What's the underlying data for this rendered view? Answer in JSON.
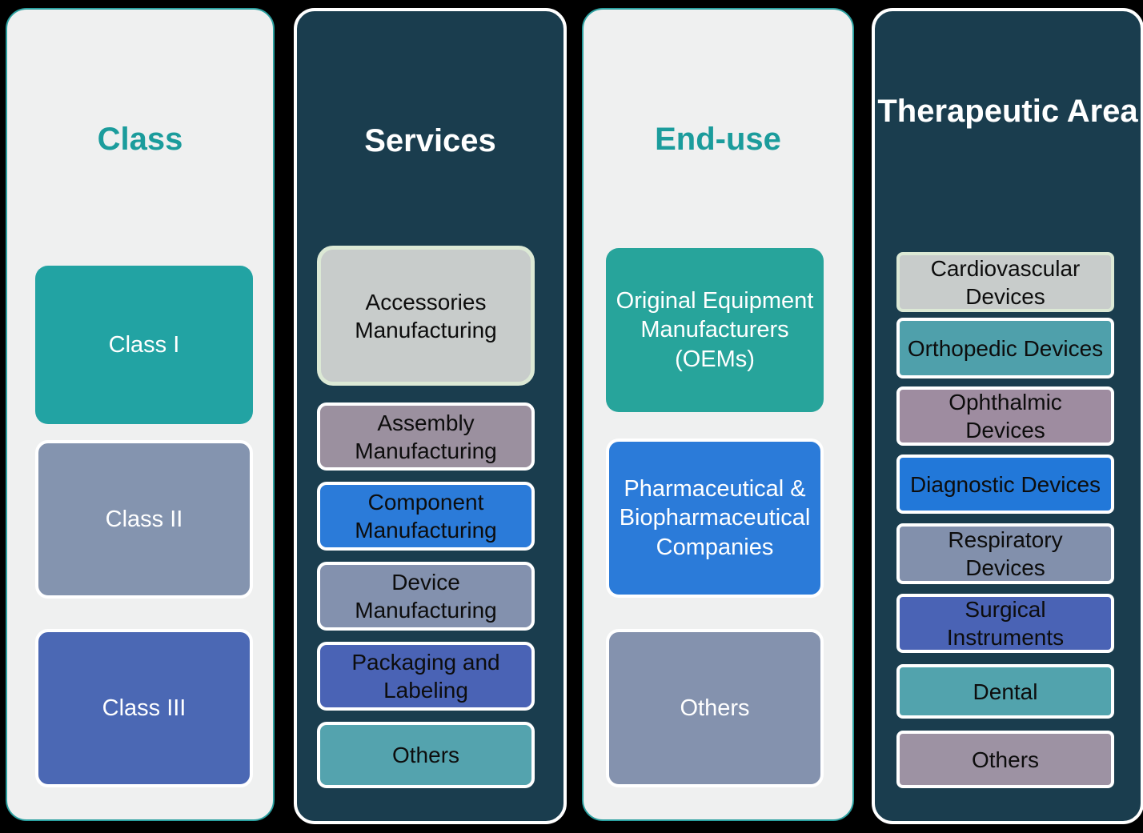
{
  "diagram": {
    "description": "Market segmentation diagram with four pillars",
    "palette": {
      "page_bg": "#000000",
      "light_column_bg": "#EFF0F0",
      "light_column_border": "#2BA0A0",
      "dark_column_bg": "#1A3D4E",
      "dark_column_border": "#FFFFFF",
      "teal_title_text": "#1B9C9C",
      "white_title_text": "#FFFFFF",
      "pale_green_border": "#DCE9D5"
    },
    "columns": [
      {
        "title": "Class",
        "items": [
          {
            "label": "Class I",
            "bg": "#22A3A3"
          },
          {
            "label": "Class II",
            "bg": "#8494AF"
          },
          {
            "label": "Class III",
            "bg": "#4B68B4"
          }
        ]
      },
      {
        "title": "Services",
        "items": [
          {
            "label": "Accessories Manufacturing",
            "bg": "#C8CCCB"
          },
          {
            "label": "Assembly Manufacturing",
            "bg": "#9B909F"
          },
          {
            "label": "Component Manufacturing",
            "bg": "#2B7BD9"
          },
          {
            "label": "Device Manufacturing",
            "bg": "#8391AE"
          },
          {
            "label": "Packaging and Labeling",
            "bg": "#4A63B5"
          },
          {
            "label": "Others",
            "bg": "#54A3AE"
          }
        ]
      },
      {
        "title": "End-use",
        "items": [
          {
            "label": "Original Equipment Manufacturers (OEMs)",
            "bg": "#27A49B"
          },
          {
            "label": "Pharmaceutical & Biopharmaceutical Companies",
            "bg": "#2B7BD9"
          },
          {
            "label": "Others",
            "bg": "#8492AE"
          }
        ]
      },
      {
        "title": "Therapeutic Area",
        "items": [
          {
            "label": "Cardiovascular Devices",
            "bg": "#C8CCCB"
          },
          {
            "label": "Orthopedic Devices",
            "bg": "#4FA0AB"
          },
          {
            "label": "Ophthalmic Devices",
            "bg": "#9E8CA0"
          },
          {
            "label": "Diagnostic Devices",
            "bg": "#2278D9"
          },
          {
            "label": "Respiratory Devices",
            "bg": "#8290AC"
          },
          {
            "label": "Surgical Instruments",
            "bg": "#4A63B5"
          },
          {
            "label": "Dental",
            "bg": "#52A3AD"
          },
          {
            "label": "Others",
            "bg": "#9D92A3"
          }
        ]
      }
    ]
  }
}
